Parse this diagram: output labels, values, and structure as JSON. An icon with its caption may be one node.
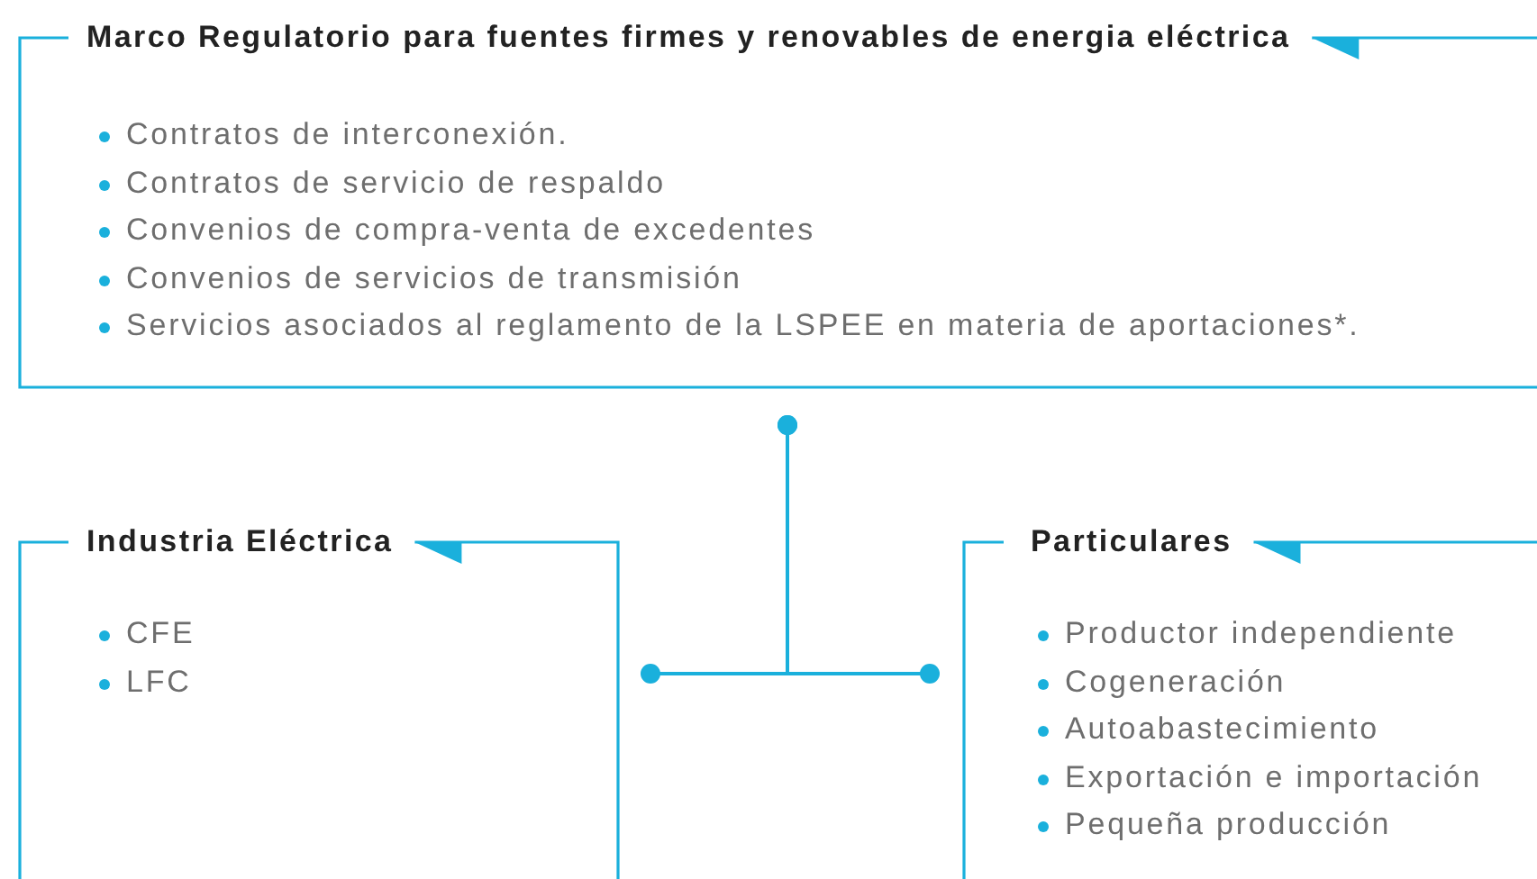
{
  "diagram": {
    "nodes": [
      {
        "text": [
          "Marco Regulatorio para fuentes firmes y renovables de energia eléctrica",
          "Contratos de interconexión.",
          "Contratos de servicio de respaldo",
          "Convenios de compra-venta de excedentes",
          "Convenios de servicios de transmisión",
          "Servicios asociados al reglamento de la LSPEE en materia de aportaciones*."
        ]
      },
      {
        "text": [
          "Industria Eléctrica",
          "CFE",
          "LFC"
        ]
      },
      {
        "text": [
          "Particulares",
          "Productor independiente",
          "Cogeneración",
          "Autoabastecimiento",
          "Exportación e importación",
          "Pequeña producción"
        ]
      }
    ],
    "edges": [
      {
        "from": 0,
        "to": 1,
        "arrow": "other"
      },
      {
        "from": 0,
        "to": 2,
        "arrow": "other"
      }
    ]
  }
}
